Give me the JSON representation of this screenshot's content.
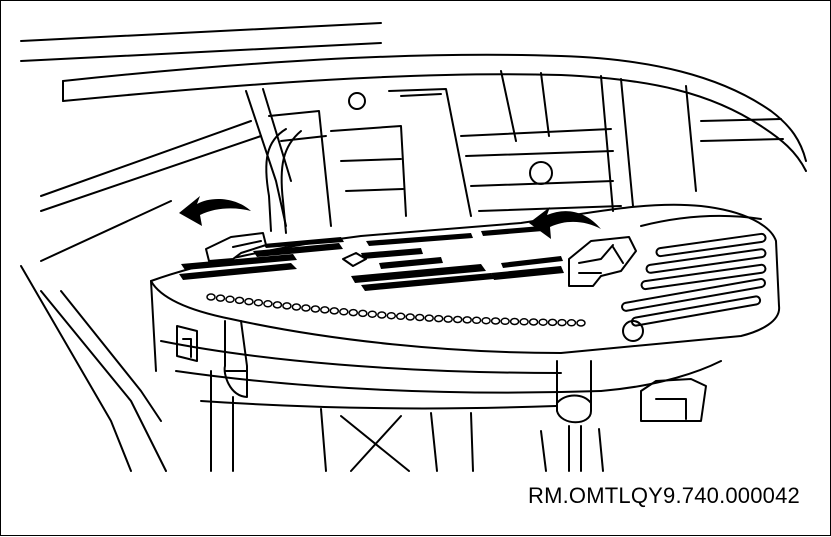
{
  "figure": {
    "reference_code": "RM.OMTLQY9.740.000042",
    "colors": {
      "line": "#000000",
      "background": "#ffffff"
    },
    "arrows": [
      {
        "name": "left-release-arrow",
        "direction": "counter-clockwise"
      },
      {
        "name": "right-release-arrow",
        "direction": "counter-clockwise"
      }
    ]
  }
}
